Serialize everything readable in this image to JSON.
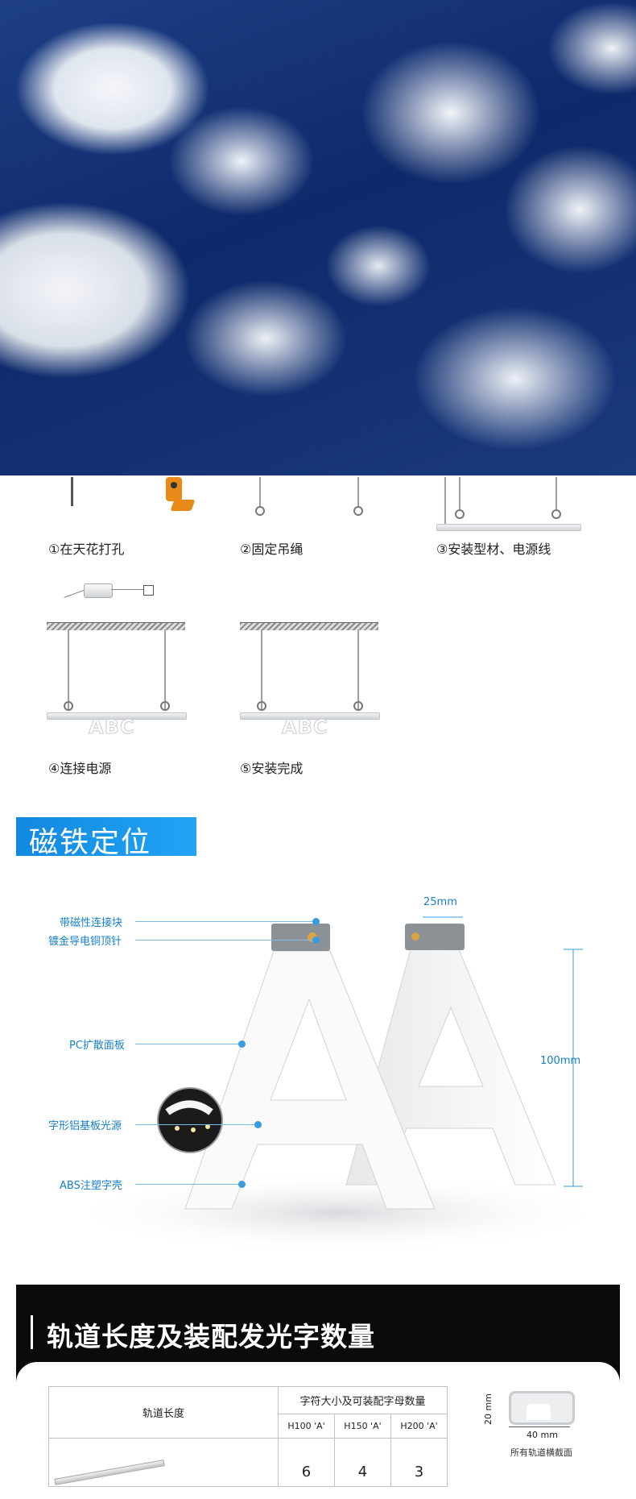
{
  "steps": [
    {
      "label": "①在天花打孔"
    },
    {
      "label": "②固定吊绳"
    },
    {
      "label": "③安装型材、电源线"
    },
    {
      "label": "④连接电源"
    },
    {
      "label": "⑤安装完成"
    }
  ],
  "sign_text": "ABC",
  "magnet": {
    "title": "磁铁定位",
    "callouts": [
      "带磁性连接块",
      "镀金导电铜顶针",
      "PC扩散面板",
      "字形铝基板光源",
      "ABS注塑字壳"
    ],
    "dim_width": "25mm",
    "dim_height": "100mm"
  },
  "track": {
    "title": "轨道长度及装配发光字数量",
    "header_length": "轨道长度",
    "header_group": "字符大小及可装配字母数量",
    "columns": [
      "H100 'A'",
      "H150 'A'",
      "H200 'A'"
    ],
    "row_values": [
      "6",
      "4",
      "3"
    ],
    "cross_height": "20 mm",
    "cross_width": "40 mm",
    "cross_caption": "所有轨道横截面"
  },
  "colors": {
    "accent": "#1a93e8",
    "callout": "#1780c8",
    "black": "#0b0b0b"
  }
}
